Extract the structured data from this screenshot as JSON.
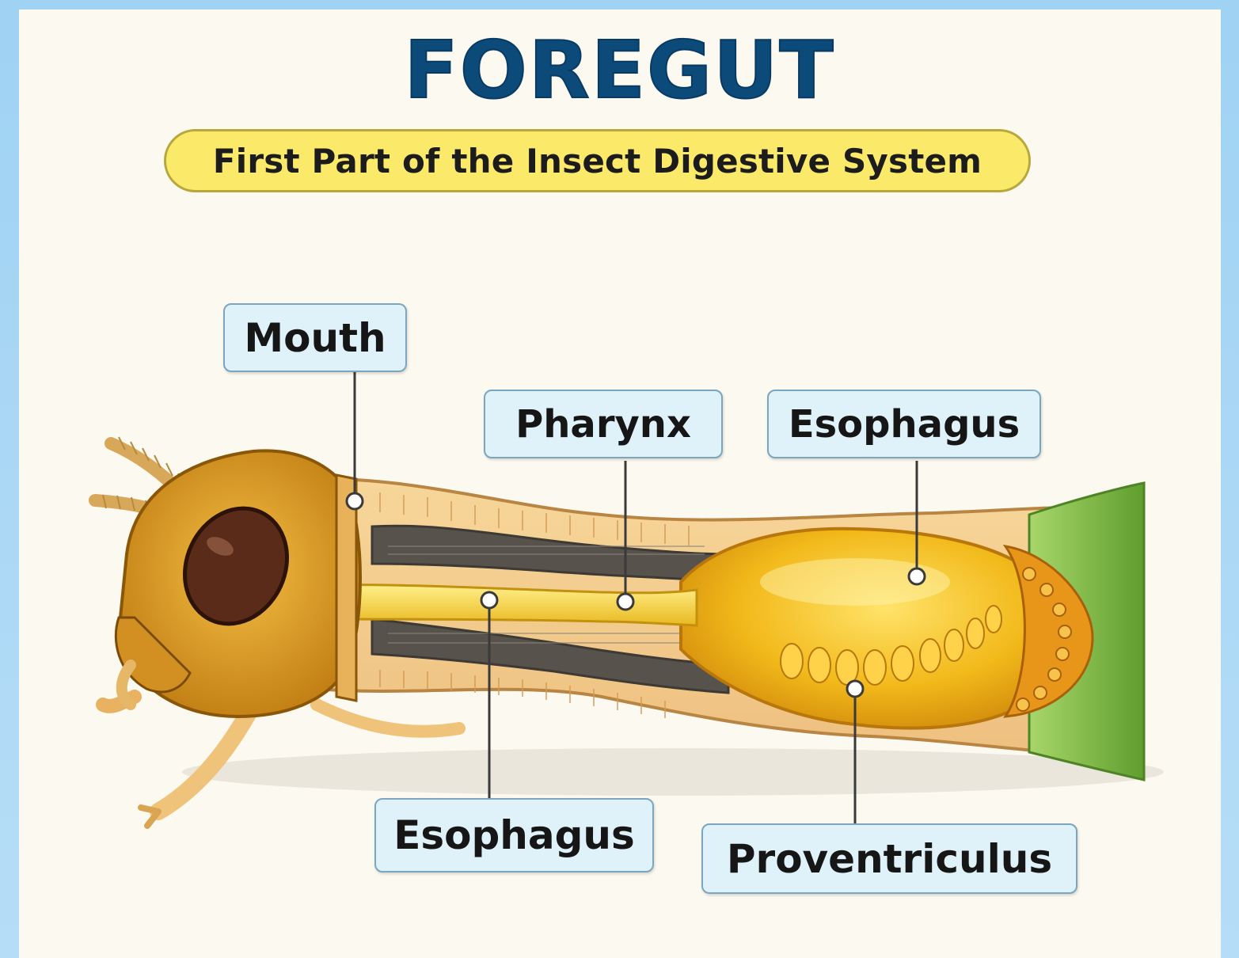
{
  "title": "FOREGUT",
  "subtitle": "First Part of the Insect Digestive System",
  "labels": {
    "mouth": "Mouth",
    "pharynx": "Pharynx",
    "esophagus_upper": "Esophagus",
    "esophagus_lower": "Esophagus",
    "proventriculus": "Proventriculus"
  },
  "colors": {
    "title": "#0c4a7a",
    "subtitle_bg": "#fbe96a",
    "label_bg": "#dff1f9",
    "label_border": "#7aa6c0",
    "crop": "#f2b91a",
    "body": "#e9a93a",
    "midgut": "#8cc44a"
  }
}
